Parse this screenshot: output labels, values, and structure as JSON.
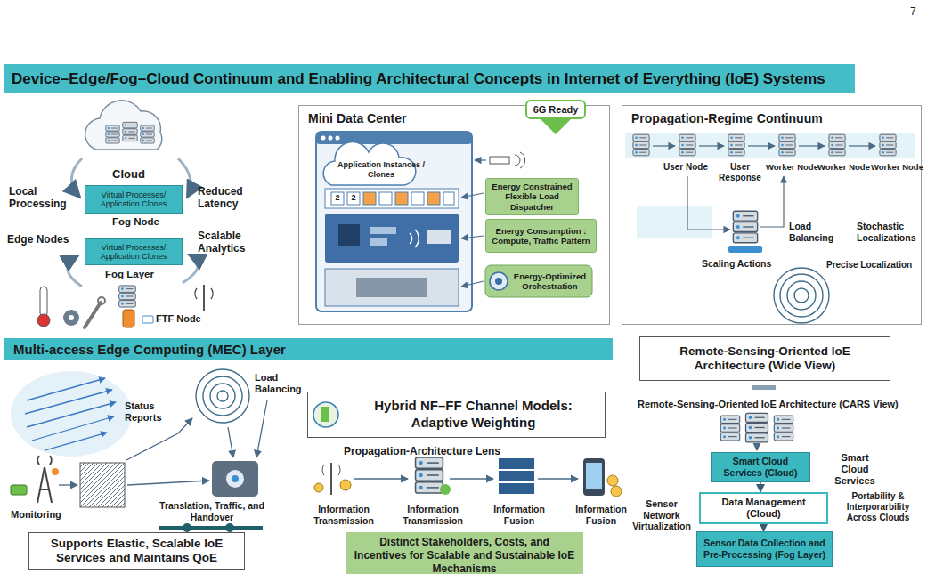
{
  "diagram": {
    "title": "Device–Edge/Fog–Cloud Continuum and Enabling Architectural Concepts in Internet of Everything (IoE) Systems",
    "nodes": [
      {
        "text": [
          "Virtual Processes/ Application Clones"
        ]
      },
      {
        "text": [
          "Virtual Processes/ Application Clones"
        ]
      },
      {
        "text": [
          "Mini Data Center"
        ]
      },
      {
        "text": [
          "6G Ready"
        ],
        "in": 2
      },
      {
        "text": [
          "Energy Constrained Flexible Load Dispatcher"
        ],
        "in": 2
      },
      {
        "text": [
          "Energy Consumption : Compute, Traffic Pattern"
        ],
        "in": 2
      },
      {
        "text": [
          "Energy-Optimized Orchestration"
        ],
        "in": 2
      },
      {
        "text": [
          "Propagation-Regime Continuum"
        ]
      },
      {
        "text": [
          "Multi-access Edge Computing (MEC) Layer"
        ]
      },
      {
        "text": [
          "Supports Elastic, Scalable IoE Services and Maintains QoE"
        ]
      },
      {
        "text": [
          "Hybrid NF–FF Channel Models: Adaptive Weighting"
        ]
      },
      {
        "text": [
          "Distinct Stakeholders, Costs, and Incentives for Scalable and Sustainable IoE Mechanisms"
        ]
      },
      {
        "text": [
          "Remote-Sensing-Oriented IoE Architecture (Wide View)"
        ]
      },
      {
        "text": [
          "Smart Cloud Services (Cloud)"
        ]
      },
      {
        "text": [
          "Data Management (Cloud)"
        ]
      },
      {
        "text": [
          "Sensor Data Collection and Pre-Processing (Fog Layer)"
        ]
      }
    ],
    "edges": [
      {
        "from": 13,
        "to": 14,
        "arrow": "to"
      },
      {
        "from": 14,
        "to": 15,
        "arrow": "to"
      }
    ],
    "labels": [
      "7",
      "Cloud",
      "Local Processing",
      "Reduced Latency",
      "Fog Node",
      "Edge Nodes",
      "Scalable Analytics",
      "Fog Layer",
      "FTF Node",
      "Application Instances / Clones",
      "2",
      "2",
      "User Node",
      "User Response",
      "Worker Node",
      "Worker Node",
      "Worker Node",
      "Stochastic Localizations",
      "Load Balancing",
      "Scaling Actions",
      "Precise Localization",
      "Status Reports",
      "Load Balancing",
      "Monitoring",
      "Translation, Traffic, and Handover",
      "Propagation-Architecture Lens",
      "Information Transmission",
      "Information Transmission",
      "Information Fusion",
      "Information Fusion",
      "Remote-Sensing-Oriented IoE Architecture (CARS View)",
      "Smart Cloud Services",
      "Sensor Network Virtualization",
      "Portability & Interporarbility Across Clouds"
    ]
  }
}
